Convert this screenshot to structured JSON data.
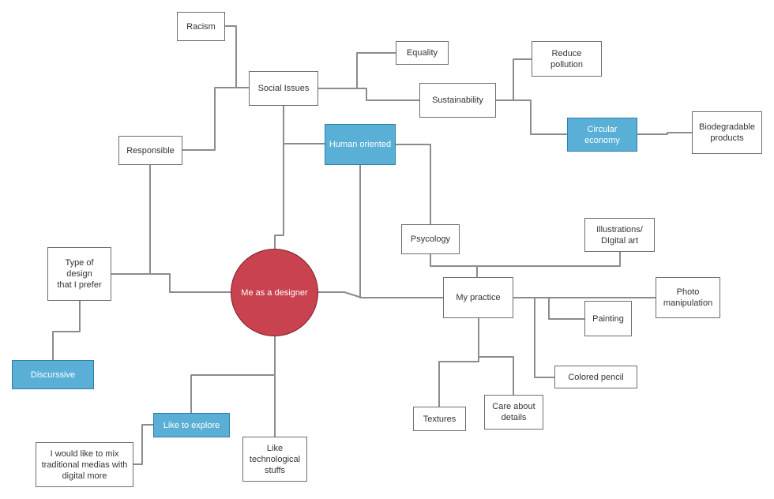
{
  "diagram": {
    "colors": {
      "line": "#8c8c8c",
      "box_border": "#6e6e6e",
      "highlight_fill": "#5aafd6",
      "center_fill": "#c9424f"
    },
    "nodes": {
      "racism": "Racism",
      "social_issues": "Social Issues",
      "equality": "Equality",
      "sustainability": "Sustainability",
      "reduce_pollution": "Reduce pollution",
      "circular_economy": "Circular\neconomy",
      "biodegradable": "Biodegradable\nproducts",
      "responsible": "Responsible",
      "human_oriented": "Human oriented",
      "psycology": "Psycology",
      "illustrations": "Illustrations/\nDIgital art",
      "type_of_design": "Type of design\nthat I prefer",
      "me_as_designer": "Me as a designer",
      "my_practice": "My practice",
      "photo_manipulation": "Photo\nmanipulation",
      "painting": "Painting",
      "discurssive": "Discurssive",
      "colored_pencil": "Colored pencil",
      "care_about_details": "Care about\ndetails",
      "textures": "Textures",
      "like_to_explore": "Like to explore",
      "mix_medias": "I would like to mix\ntraditional medias with\ndigital more",
      "like_tech": "Like\ntechnological\nstuffs"
    }
  }
}
